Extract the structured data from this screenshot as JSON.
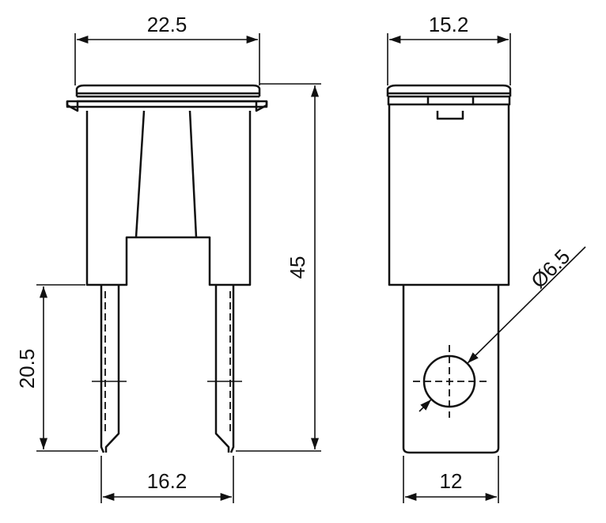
{
  "dimensions": {
    "top_width_front": "22.5",
    "top_width_side": "15.2",
    "overall_height": "45",
    "terminal_length": "20.5",
    "terminal_spacing": "16.2",
    "terminal_width": "12",
    "hole_diameter": "Ø6.5"
  }
}
